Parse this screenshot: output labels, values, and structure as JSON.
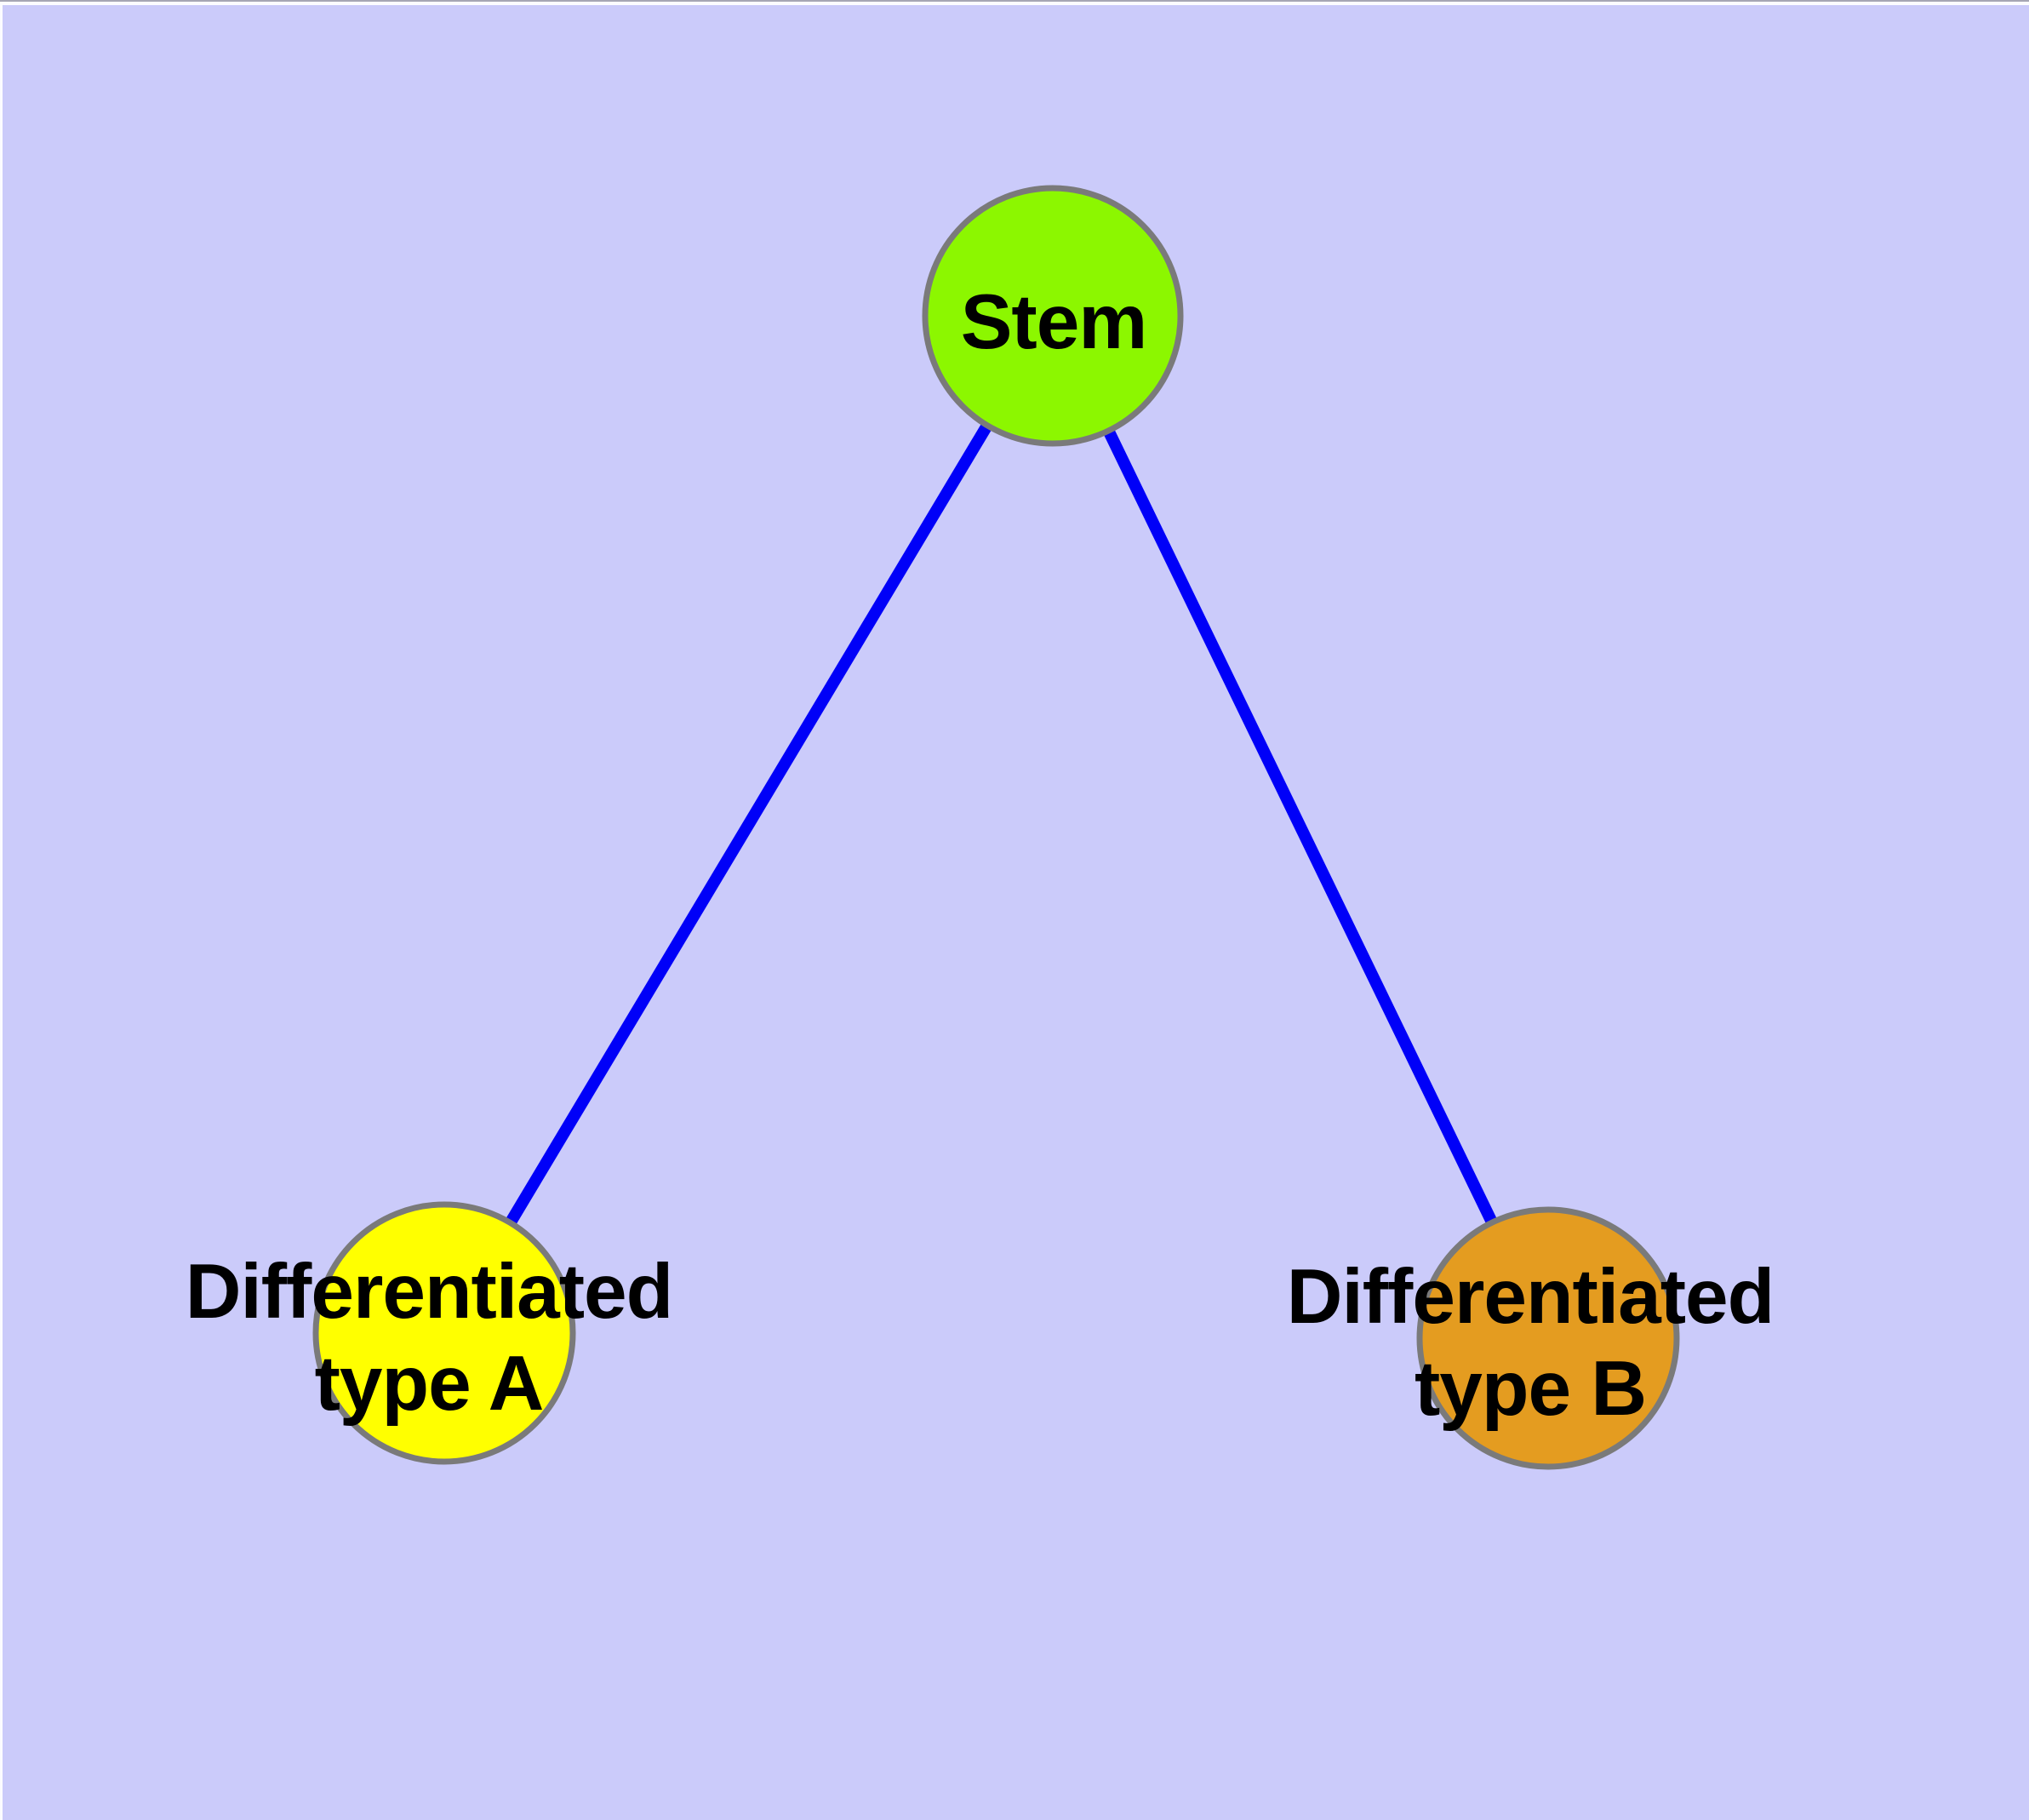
{
  "figure": {
    "type": "node-link-diagram",
    "background_color": "#CBCBFA"
  },
  "graph": {
    "edge_style": {
      "color": "#0000F8"
    },
    "node_border_color": "#7A7A7A",
    "label_color": "#000000",
    "nodes": [
      {
        "id": "stem",
        "label": "Stem",
        "label_lines": [
          "Stem"
        ],
        "fill": "#8CF700"
      },
      {
        "id": "differentiated-type-a",
        "label": "Differentiated type A",
        "label_lines": [
          "Differentiated",
          "type A"
        ],
        "fill": "#FFFF00"
      },
      {
        "id": "differentiated-type-b",
        "label": "Differentiated type B",
        "label_lines": [
          "Differentiated",
          "type B"
        ],
        "fill": "#E49C20"
      }
    ],
    "edges": [
      {
        "from": "Stem",
        "to": "Differentiated type A"
      },
      {
        "from": "Stem",
        "to": "Differentiated type B"
      }
    ]
  }
}
